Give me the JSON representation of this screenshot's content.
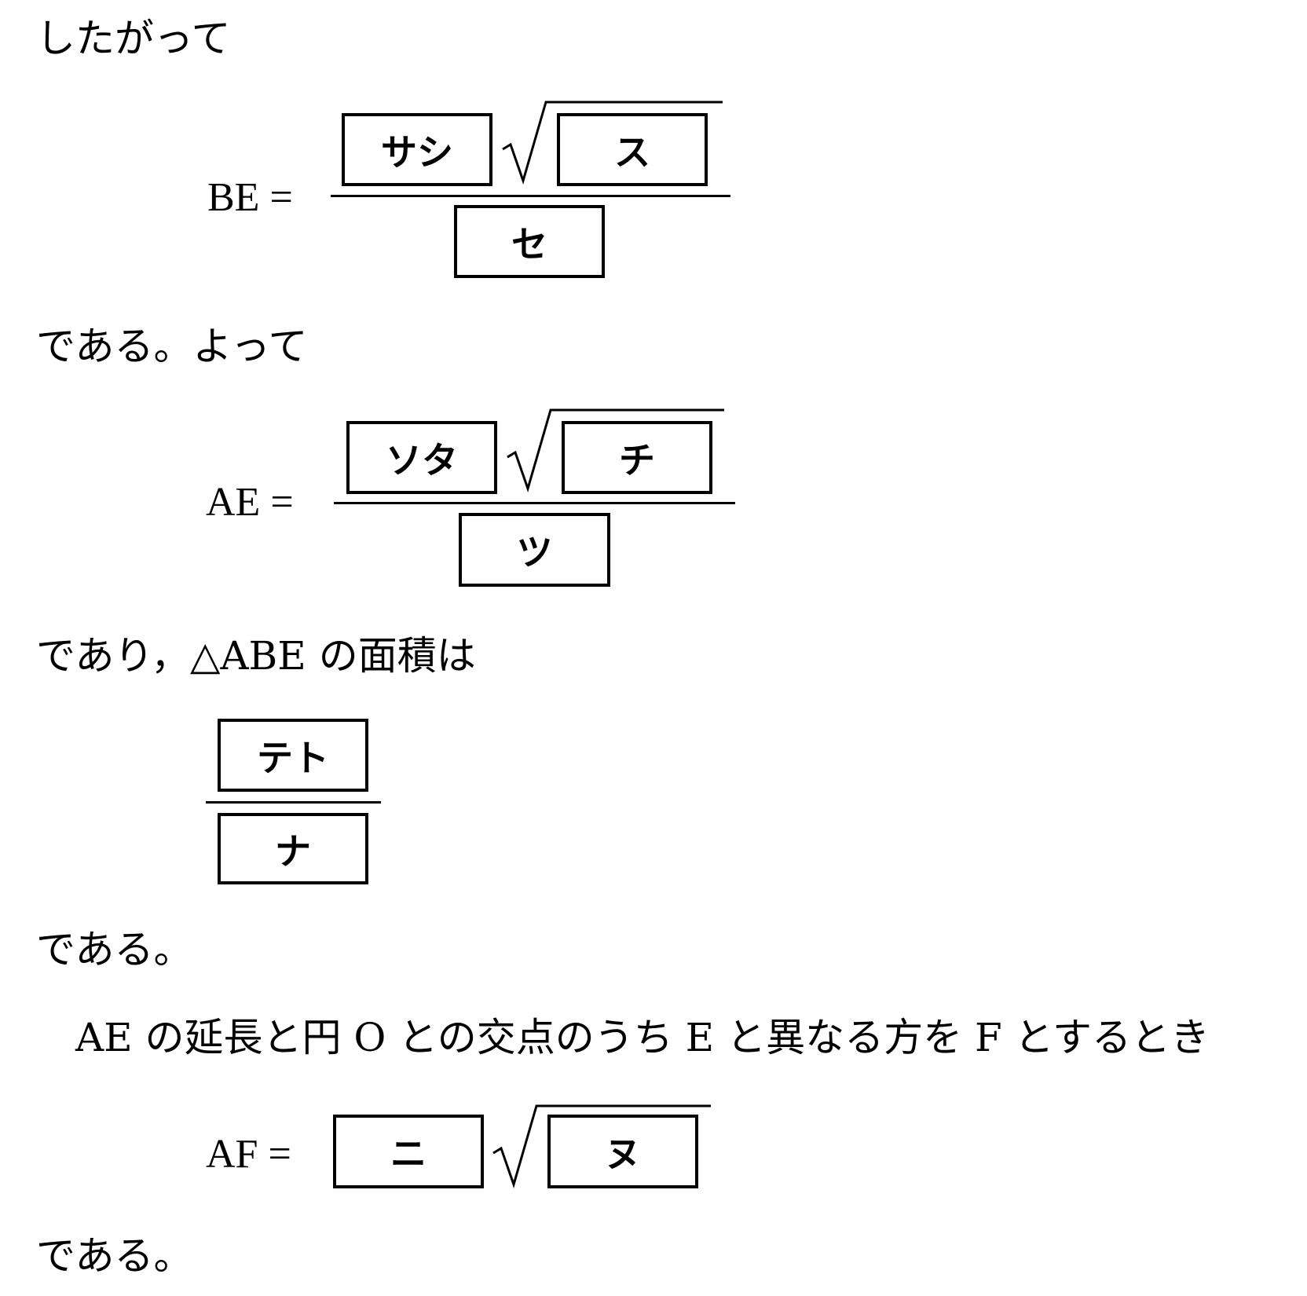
{
  "lines": {
    "l1": "したがって",
    "l2": "である。よって",
    "l3": "であり，△ABE の面積は",
    "l4": "である。",
    "l5": "AE の延長と円 O との交点のうち E と異なる方を F とするとき",
    "l6": "である。"
  },
  "eq_be": {
    "label": "BE =",
    "num_coef": "サシ",
    "num_root": "ス",
    "den": "セ"
  },
  "eq_ae": {
    "label": "AE =",
    "num_coef": "ソタ",
    "num_root": "チ",
    "den": "ツ"
  },
  "eq_area": {
    "num": "テト",
    "den": "ナ"
  },
  "eq_af": {
    "label": "AF =",
    "coef": "ニ",
    "root": "ヌ"
  }
}
